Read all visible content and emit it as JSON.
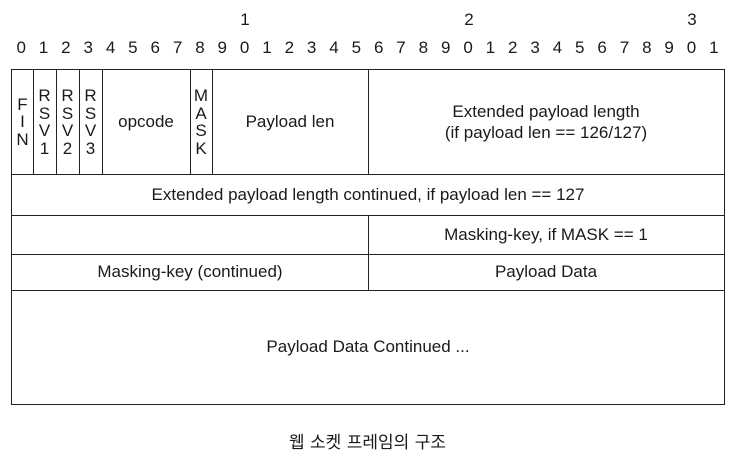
{
  "bit_ruler": {
    "tens": [
      "1",
      "2",
      "3"
    ],
    "units": [
      "0",
      "1",
      "2",
      "3",
      "4",
      "5",
      "6",
      "7",
      "8",
      "9",
      "0",
      "1",
      "2",
      "3",
      "4",
      "5",
      "6",
      "7",
      "8",
      "9",
      "0",
      "1",
      "2",
      "3",
      "4",
      "5",
      "6",
      "7",
      "8",
      "9",
      "0",
      "1"
    ]
  },
  "frame": {
    "fin": [
      "F",
      "I",
      "N"
    ],
    "rsv1": [
      "R",
      "S",
      "V",
      "1"
    ],
    "rsv2": [
      "R",
      "S",
      "V",
      "2"
    ],
    "rsv3": [
      "R",
      "S",
      "V",
      "3"
    ],
    "opcode": "opcode",
    "mask": [
      "M",
      "A",
      "S",
      "K"
    ],
    "payload_len": "Payload len",
    "extended_len": "Extended payload length\n(if payload len == 126/127)",
    "extended_len_continued": "Extended payload length continued, if payload len == 127",
    "masking_key": "Masking-key, if MASK == 1",
    "masking_key_continued": "Masking-key (continued)",
    "payload_data": "Payload Data",
    "payload_data_continued": "Payload Data Continued ..."
  },
  "caption": "웹 소켓 프레임의 구조"
}
